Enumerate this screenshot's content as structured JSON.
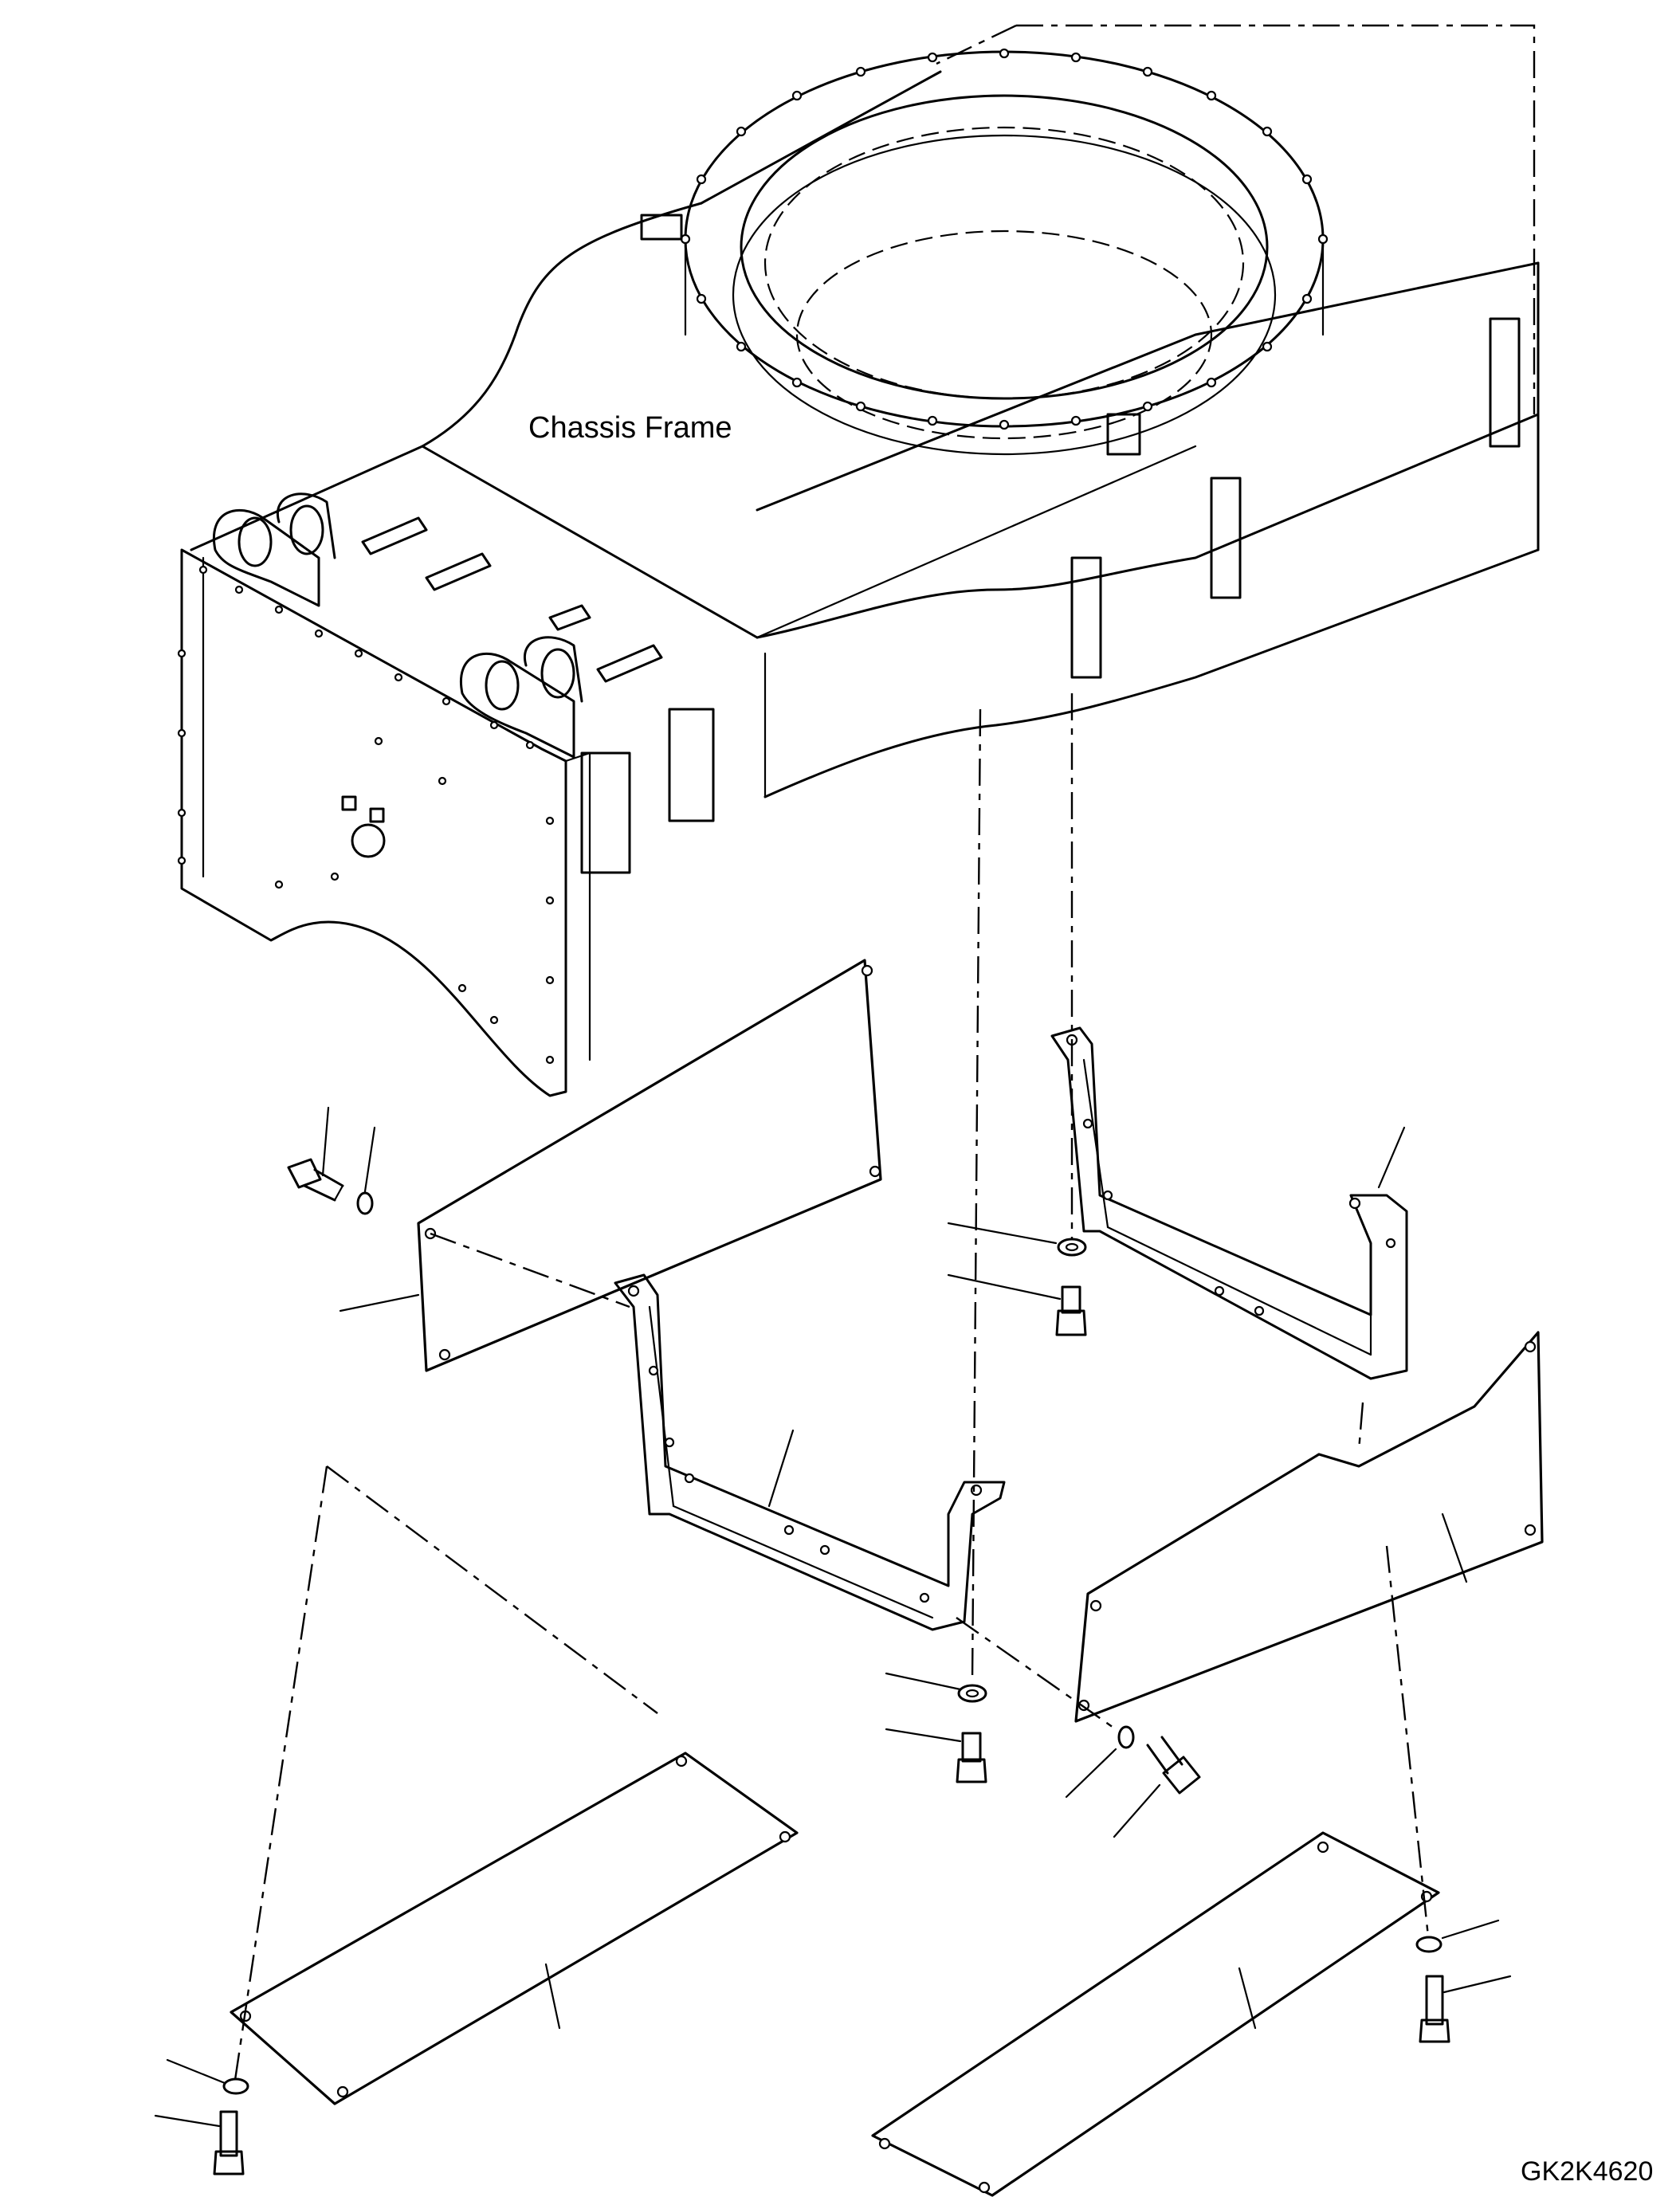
{
  "labels": {
    "frame": "Chassis Frame",
    "drawing_code": "GK2K4620"
  },
  "colors": {
    "background": "#ffffff",
    "line": "#000000"
  },
  "parts": [
    {
      "name": "chassis-frame"
    },
    {
      "name": "front-cover-plate-left"
    },
    {
      "name": "front-cover-plate-right"
    },
    {
      "name": "bracket-left"
    },
    {
      "name": "bracket-right"
    },
    {
      "name": "bottom-cover-left"
    },
    {
      "name": "bottom-cover-right"
    },
    {
      "name": "bolt"
    },
    {
      "name": "washer"
    }
  ]
}
